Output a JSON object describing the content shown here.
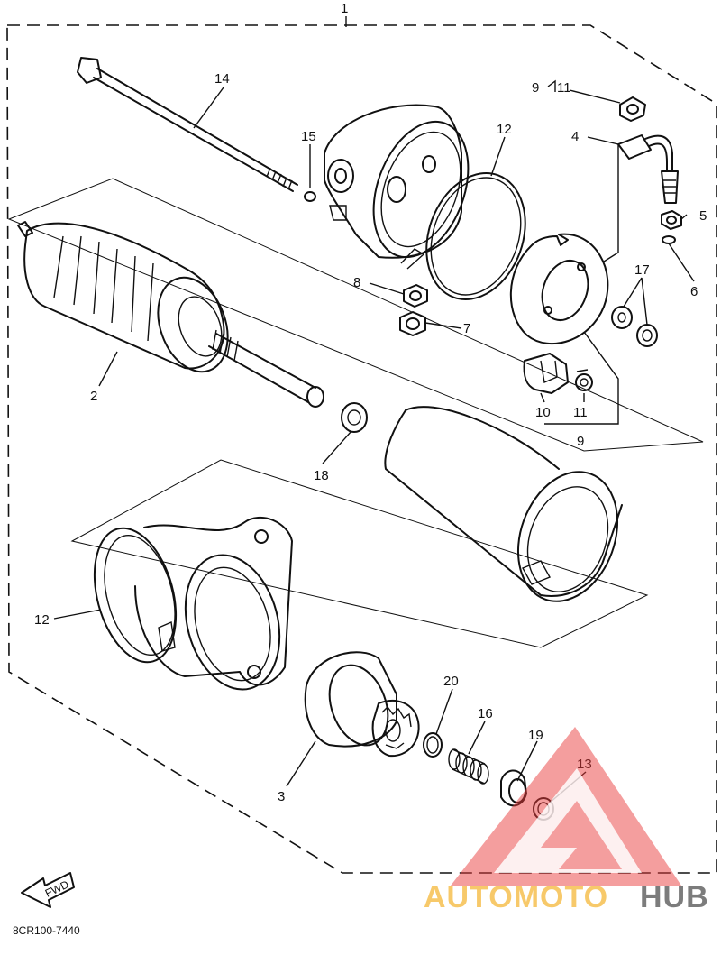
{
  "callouts": [
    {
      "num": "1"
    },
    {
      "num": "14"
    },
    {
      "num": "15"
    },
    {
      "num": "12"
    },
    {
      "num": "9"
    },
    {
      "num": "11"
    },
    {
      "num": "4"
    },
    {
      "num": "5"
    },
    {
      "num": "6"
    },
    {
      "num": "17"
    },
    {
      "num": "8"
    },
    {
      "num": "7"
    },
    {
      "num": "2"
    },
    {
      "num": "10"
    },
    {
      "num": "11"
    },
    {
      "num": "9"
    },
    {
      "num": "18"
    },
    {
      "num": "12"
    },
    {
      "num": "20"
    },
    {
      "num": "16"
    },
    {
      "num": "19"
    },
    {
      "num": "13"
    },
    {
      "num": "3"
    }
  ],
  "fwd_label": "FWD",
  "diagram_code": "8CR100-7440",
  "watermark": {
    "part1": "AUTOMOTO",
    "part2": "HUB",
    "color_primary": "#e83a3a",
    "color_secondary": "#f5b83d",
    "color_dark": "#555555"
  }
}
